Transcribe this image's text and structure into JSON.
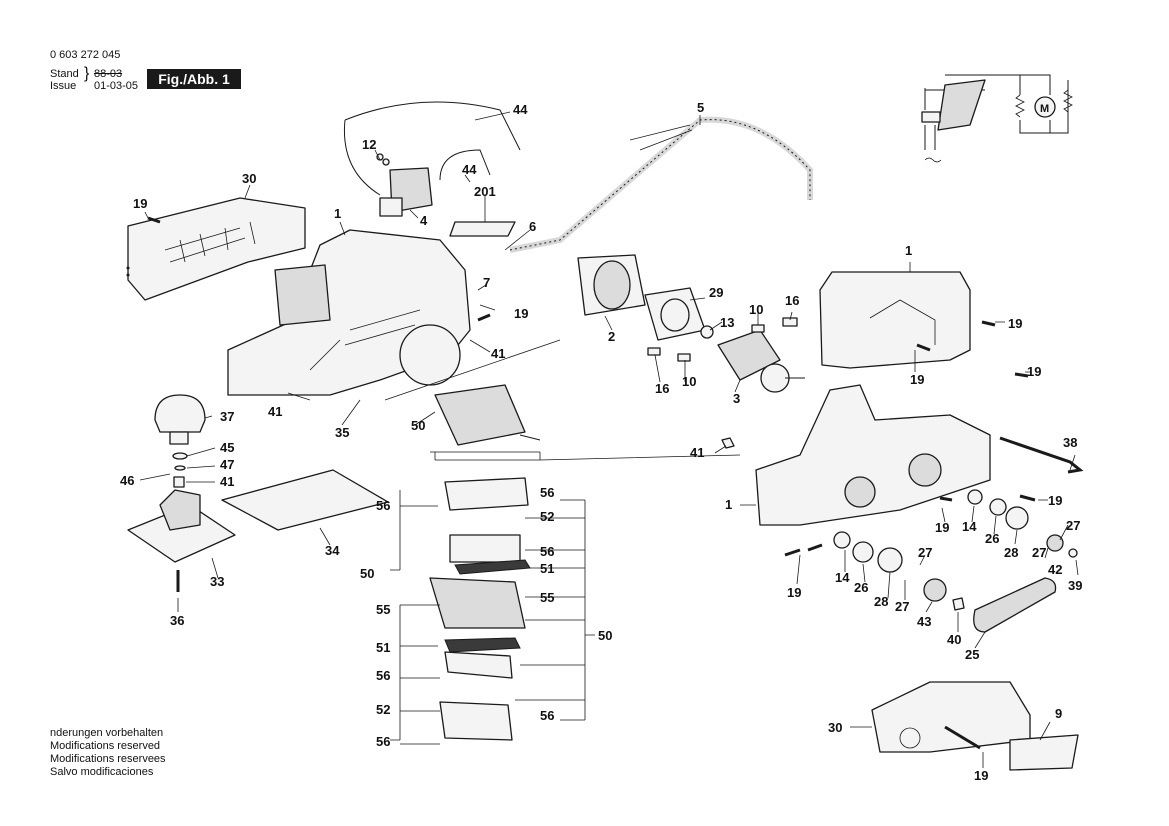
{
  "header": {
    "doc_number": "0 603 272 045",
    "stand_label": "Stand",
    "stand_value": "88-03",
    "issue_label": "Issue",
    "issue_value": "01-03-05",
    "figure_label": "Fig./Abb. 1"
  },
  "footer_notes": [
    "nderungen vorbehalten",
    "Modifications reserved",
    "Modifications reservees",
    "Salvo modificaciones"
  ],
  "callouts": [
    {
      "text": "44"
    },
    {
      "text": "5"
    },
    {
      "text": "12"
    },
    {
      "text": "44"
    },
    {
      "text": "201"
    },
    {
      "text": "30"
    },
    {
      "text": "19"
    },
    {
      "text": "1"
    },
    {
      "text": "4"
    },
    {
      "text": "6"
    },
    {
      "text": "7"
    },
    {
      "text": "19"
    },
    {
      "text": "41"
    },
    {
      "text": "29"
    },
    {
      "text": "10"
    },
    {
      "text": "16"
    },
    {
      "text": "13"
    },
    {
      "text": "2"
    },
    {
      "text": "16"
    },
    {
      "text": "10"
    },
    {
      "text": "3"
    },
    {
      "text": "1"
    },
    {
      "text": "19"
    },
    {
      "text": "19"
    },
    {
      "text": "19"
    },
    {
      "text": "37"
    },
    {
      "text": "41"
    },
    {
      "text": "35"
    },
    {
      "text": "50"
    },
    {
      "text": "45"
    },
    {
      "text": "47"
    },
    {
      "text": "46"
    },
    {
      "text": "41"
    },
    {
      "text": "33"
    },
    {
      "text": "36"
    },
    {
      "text": "34"
    },
    {
      "text": "56"
    },
    {
      "text": "56"
    },
    {
      "text": "52"
    },
    {
      "text": "56"
    },
    {
      "text": "51"
    },
    {
      "text": "50"
    },
    {
      "text": "55"
    },
    {
      "text": "55"
    },
    {
      "text": "50"
    },
    {
      "text": "51"
    },
    {
      "text": "56"
    },
    {
      "text": "52"
    },
    {
      "text": "56"
    },
    {
      "text": "56"
    },
    {
      "text": "41"
    },
    {
      "text": "38"
    },
    {
      "text": "1"
    },
    {
      "text": "19"
    },
    {
      "text": "19"
    },
    {
      "text": "14"
    },
    {
      "text": "26"
    },
    {
      "text": "27"
    },
    {
      "text": "28"
    },
    {
      "text": "27"
    },
    {
      "text": "42"
    },
    {
      "text": "39"
    },
    {
      "text": "27"
    },
    {
      "text": "19"
    },
    {
      "text": "14"
    },
    {
      "text": "26"
    },
    {
      "text": "28"
    },
    {
      "text": "27"
    },
    {
      "text": "43"
    },
    {
      "text": "40"
    },
    {
      "text": "25"
    },
    {
      "text": "30"
    },
    {
      "text": "9"
    },
    {
      "text": "19"
    }
  ]
}
